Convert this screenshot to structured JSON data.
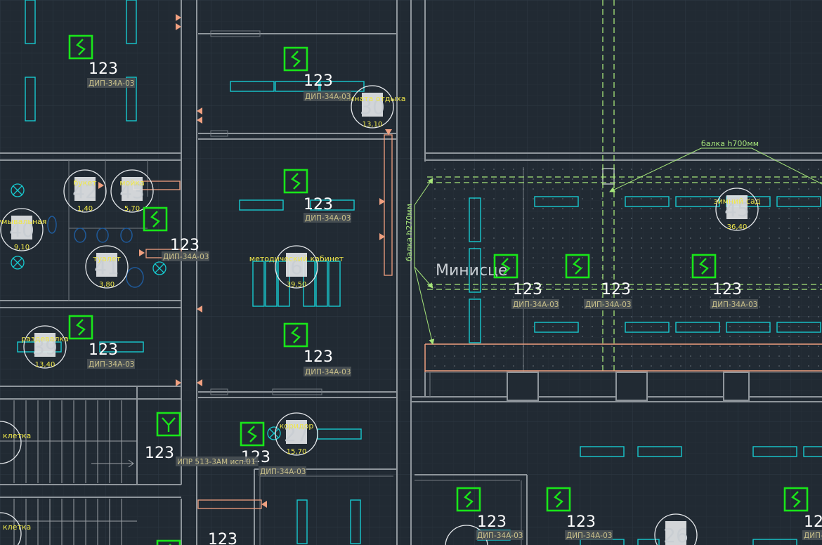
{
  "colors": {
    "background": "#212a33",
    "grid_minor": "#263039",
    "grid_major": "#2b3641",
    "wall": "#8f969c",
    "wall_thin": "#737b82",
    "fixture": "#17c9cf",
    "detector": "#19e619",
    "room_label": "#f0e84a",
    "device_label_bg": "#4c5358",
    "device_label_text": "#c9c08a",
    "beam": "#a6e57a",
    "heater": "#f0a080",
    "room_text": "#c9ced3"
  },
  "symbols": {
    "smoke_detector_icon": "zigzag-in-square",
    "heat_detector_icon": "y-in-square",
    "lamp_icon": "circle-x"
  },
  "detectors": [
    {
      "num": "123",
      "label": "ДИП-34А-03"
    },
    {
      "num": "123",
      "label": "ДИП-34А-03"
    },
    {
      "num": "123",
      "label": "ДИП-34А-03"
    },
    {
      "num": "123",
      "label": "ДИП-34А-03"
    },
    {
      "num": "123",
      "label": "ДИП-34А-03"
    },
    {
      "num": "123",
      "label": "ДИП-34А-03"
    },
    {
      "num": "123",
      "label": "ДИП-34А-03"
    },
    {
      "num": "123",
      "label": "ДИП-34А-03"
    },
    {
      "num": "123",
      "label": "ДИП-34А-03"
    },
    {
      "num": "123",
      "label": "ДИП-34А-03"
    },
    {
      "num": "123",
      "label": "ДИП-34А-03"
    },
    {
      "num": "123",
      "label": "ДИП-34А-03"
    },
    {
      "num": "123",
      "label": "ДИП-34А-03"
    },
    {
      "num": "123",
      "label": "ДИП-34А-03"
    },
    {
      "num": "123",
      "label": "ДИП-34А-03"
    },
    {
      "num": "123",
      "label": ""
    },
    {
      "num": "123",
      "label": "ИПР 513-3АМ исп.01"
    },
    {
      "num": "123",
      "label": ""
    }
  ],
  "rooms": [
    {
      "num": "30",
      "name": "комната отдыха",
      "area": "13,10"
    },
    {
      "num": "42",
      "name": "букет",
      "area": "1,40"
    },
    {
      "num": "43",
      "name": "мойка",
      "area": "5,70"
    },
    {
      "num": "40",
      "name": "умывальная",
      "area": "9,10"
    },
    {
      "num": "41",
      "name": "туалет",
      "area": "3,80"
    },
    {
      "num": "6",
      "name": "методический кабинет",
      "area": "39,50"
    },
    {
      "num": "39",
      "name": "раздевалка",
      "area": "13,40"
    },
    {
      "num": "45",
      "name": "зимний сад",
      "area": "36,40"
    },
    {
      "num": "27",
      "name": "коридор",
      "area": "15,70"
    },
    {
      "num": "26",
      "name": "",
      "area": ""
    },
    {
      "num": "",
      "name": "",
      "area": ""
    },
    {
      "num": "",
      "name": "клетка",
      "area": ""
    },
    {
      "num": "",
      "name": "клетка",
      "area": ""
    }
  ],
  "annotations": {
    "beam_top": "балка h700мм",
    "beam_left": "балка h270мм",
    "room_title": "Минисце"
  }
}
